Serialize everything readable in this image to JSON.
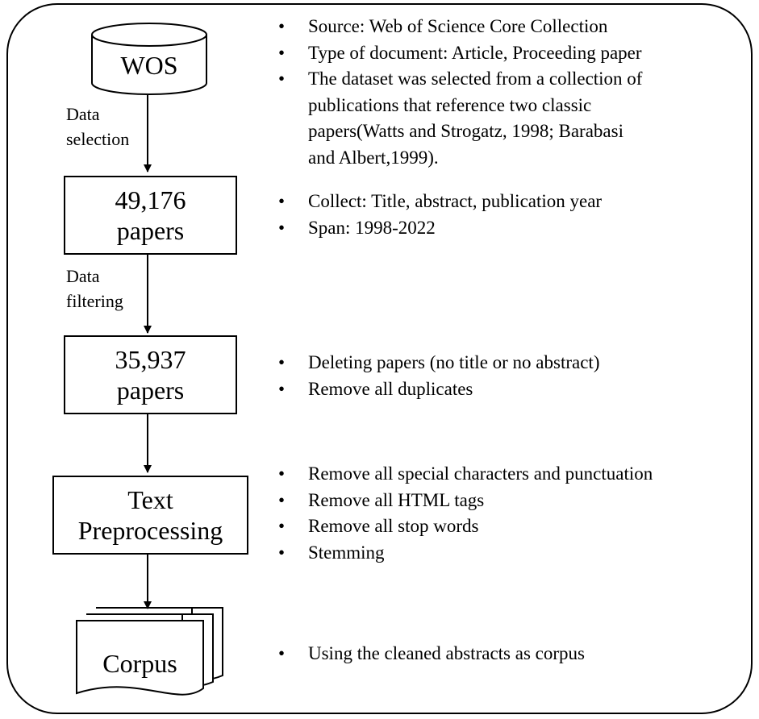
{
  "nodes": {
    "wos": {
      "label": "WOS"
    },
    "papers_all": {
      "lines": [
        "49,176",
        "papers"
      ]
    },
    "papers_filtered": {
      "lines": [
        "35,937",
        "papers"
      ]
    },
    "preprocessing": {
      "lines": [
        "Text",
        "Preprocessing"
      ]
    },
    "corpus": {
      "label": "Corpus"
    }
  },
  "edges": {
    "selection": {
      "lines": [
        "Data",
        "selection"
      ]
    },
    "filtering": {
      "lines": [
        "Data",
        "filtering"
      ]
    }
  },
  "notes": {
    "source": [
      {
        "lines": [
          "Source: Web of Science Core Collection"
        ]
      },
      {
        "lines": [
          "Type of document: Article, Proceeding paper"
        ]
      },
      {
        "lines": [
          "The dataset was selected from a collection of",
          "publications that reference two classic",
          "papers(Watts and Strogatz, 1998; Barabasi",
          "and Albert,1999)."
        ]
      }
    ],
    "collect": [
      {
        "lines": [
          "Collect: Title, abstract, publication year"
        ]
      },
      {
        "lines": [
          "Span: 1998-2022"
        ]
      }
    ],
    "filter": [
      {
        "lines": [
          "Deleting papers (no title or no abstract)"
        ]
      },
      {
        "lines": [
          "Remove all duplicates"
        ]
      }
    ],
    "preprocess": [
      {
        "lines": [
          "Remove all special characters and punctuation"
        ]
      },
      {
        "lines": [
          "Remove all HTML tags"
        ]
      },
      {
        "lines": [
          "Remove all stop words"
        ]
      },
      {
        "lines": [
          "Stemming"
        ]
      }
    ],
    "corpus": [
      {
        "lines": [
          "Using the cleaned abstracts as corpus"
        ]
      }
    ]
  }
}
